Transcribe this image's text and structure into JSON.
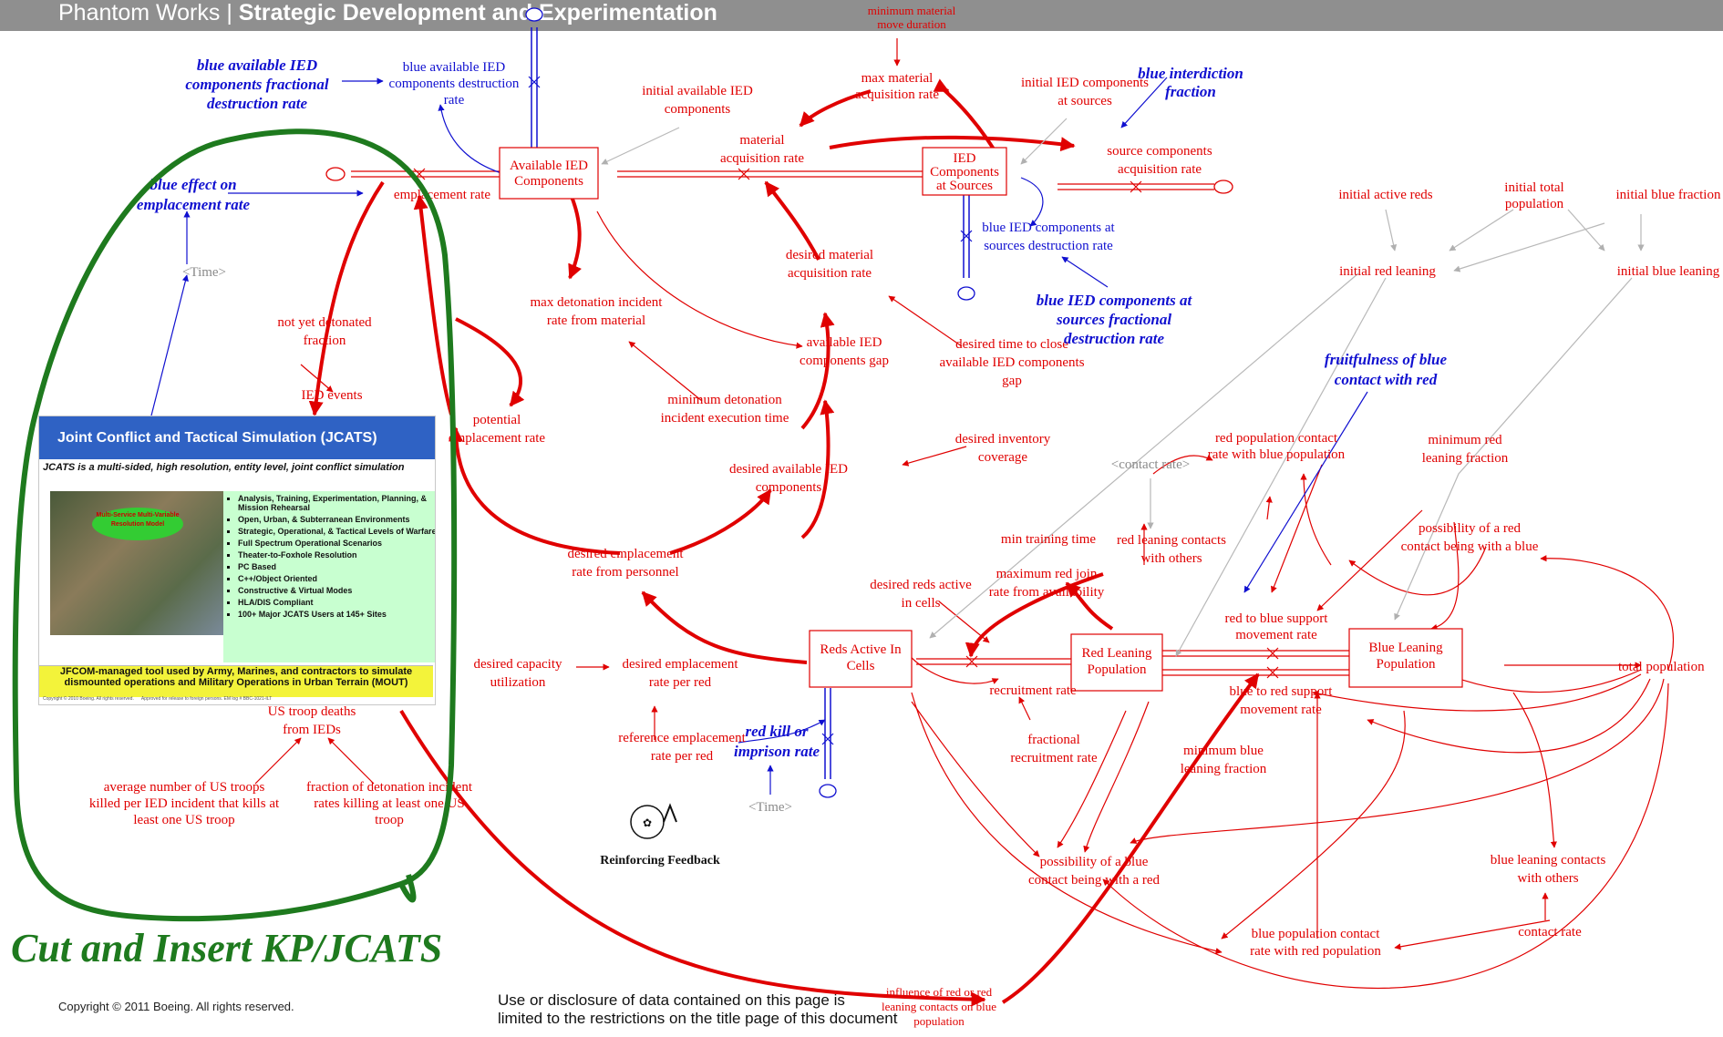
{
  "header": {
    "org": "Phantom Works | ",
    "division": "Strategic Development and Experimentation"
  },
  "stocks": {
    "available_ied": [
      "Available IED",
      "Components"
    ],
    "ied_sources": [
      "IED",
      "Components",
      "at Sources"
    ],
    "reds_active": [
      "Reds Active In",
      "Cells"
    ],
    "red_leaning": [
      "Red Leaning",
      "Population"
    ],
    "blue_leaning": [
      "Blue Leaning",
      "Population"
    ]
  },
  "red_labels": {
    "minimum_material_move": [
      "minimum material",
      "move duration"
    ],
    "max_material_acq": [
      "max material",
      "acquisition rate"
    ],
    "initial_available_ied": [
      "initial available IED",
      "components"
    ],
    "initial_ied_sources": [
      "initial IED components",
      "at sources"
    ],
    "material_acq_rate": [
      "material",
      "acquisition rate"
    ],
    "source_components_acq": [
      "source components",
      "acquisition rate"
    ],
    "emplacement_rate": [
      "emplacement rate"
    ],
    "desired_material_acq": [
      "desired material",
      "acquisition rate"
    ],
    "max_detonation": [
      "max detonation incident",
      "rate from material"
    ],
    "not_yet_detonated": [
      "not yet detonated",
      "fraction"
    ],
    "ied_events": [
      "IED events"
    ],
    "available_ied_gap": [
      "available IED",
      "components gap"
    ],
    "desired_time_close": [
      "desired time to close",
      "available IED components",
      "gap"
    ],
    "minimum_detonation": [
      "minimum detonation",
      "incident execution time"
    ],
    "potential_emplacement": [
      "potential",
      "emplacement rate"
    ],
    "desired_inventory": [
      "desired inventory",
      "coverage"
    ],
    "desired_available_ied": [
      "desired available IED",
      "components"
    ],
    "desired_emplacement_personnel": [
      "desired emplacement",
      "rate from personnel"
    ],
    "min_training_time": [
      "min training time"
    ],
    "desired_reds_active": [
      "desired reds active",
      "in cells"
    ],
    "maximum_red_join": [
      "maximum red join",
      "rate from availability"
    ],
    "desired_capacity": [
      "desired capacity",
      "utilization"
    ],
    "desired_emplacement_per_red": [
      "desired emplacement",
      "rate per red"
    ],
    "recruitment_rate": [
      "recruitment rate"
    ],
    "fractional_recruitment": [
      "fractional",
      "recruitment rate"
    ],
    "reference_emplacement": [
      "reference emplacement",
      "rate per red"
    ],
    "us_troop_deaths": [
      "US troop deaths",
      "from IEDs"
    ],
    "average_us_troops": [
      "average number of US troops",
      "killed per IED incident that kills at",
      "least one US troop"
    ],
    "fraction_detonation": [
      "fraction of detonation incident",
      "rates killing at least one US",
      "troop"
    ],
    "initial_active_reds": [
      "initial active reds"
    ],
    "initial_total_population": [
      "initial total",
      "population"
    ],
    "initial_blue_fraction": [
      "initial blue fraction"
    ],
    "initial_red_leaning": [
      "initial red leaning"
    ],
    "initial_blue_leaning": [
      "initial blue leaning"
    ],
    "red_pop_contact": [
      "red population contact",
      "rate with blue population"
    ],
    "minimum_red_leaning": [
      "minimum red",
      "leaning fraction"
    ],
    "red_leaning_contacts": [
      "red leaning contacts",
      "with others"
    ],
    "possibility_red_contact": [
      "possibility of a red",
      "contact being with a blue"
    ],
    "red_to_blue": [
      "red to blue support",
      "movement rate"
    ],
    "blue_to_red": [
      "blue to red support",
      "movement rate"
    ],
    "total_population": [
      "total population"
    ],
    "minimum_blue_leaning": [
      "minimum blue",
      "leaning fraction"
    ],
    "possibility_blue_contact": [
      "possibility of a blue",
      "contact being with a red"
    ],
    "blue_leaning_contacts": [
      "blue leaning contacts",
      "with others"
    ],
    "blue_pop_contact": [
      "blue population contact",
      "rate with red population"
    ],
    "contact_rate": [
      "contact rate"
    ],
    "influence": [
      "influence of red or red",
      "leaning contacts on blue",
      "population"
    ]
  },
  "blue_labels": {
    "blue_available_destruction_rate": [
      "blue available IED",
      "components destruction",
      "rate"
    ],
    "blue_ied_sources_destruction": [
      "blue IED components at",
      "sources destruction rate"
    ]
  },
  "blue_bold_labels": {
    "blue_available_fractional": [
      "blue available IED",
      "components fractional",
      "destruction rate"
    ],
    "blue_effect_emplacement": [
      "blue effect on",
      "emplacement rate"
    ],
    "blue_interdiction": [
      "blue interdiction",
      "fraction"
    ],
    "blue_ied_sources_fractional": [
      "blue IED components at",
      "sources fractional",
      "destruction rate"
    ],
    "fruitfulness": [
      "fruitfulness of blue",
      "contact with red"
    ],
    "red_kill": [
      "red kill or",
      "imprison rate"
    ]
  },
  "gray_labels": {
    "time_1": "<Time>",
    "time_2": "<Time>",
    "contact_rate_shadow": "<contact rate>"
  },
  "loop_label": "Reinforcing Feedback",
  "jcats": {
    "title": "Joint Conflict and Tactical Simulation (JCATS)",
    "subtitle": "JCATS is a multi-sided, high resolution, entity level, joint conflict simulation",
    "badge": "Multi-Service Multi-Variable Resolution Model",
    "bullets": [
      "Analysis, Training, Experimentation, Planning, & Mission Rehearsal",
      "Open, Urban, & Subterranean Environments",
      "Strategic, Operational, & Tactical Levels of Warfare",
      "Full Spectrum Operational Scenarios",
      "Theater-to-Foxhole Resolution",
      "PC Based",
      "C++/Object Oriented",
      "Constructive & Virtual Modes",
      "HLA/DIS Compliant",
      "100+ Major JCATS Users at 145+ Sites"
    ],
    "footer": "JFCOM-managed tool used by Army, Marines, and contractors to simulate dismounted operations and Military Operations in Urban Terrain (MOUT)",
    "fine_left": "Copyright © 2010 Boeing. All rights reserved.",
    "fine_mid": "Approved for release to foreign persons. EM log # BBC-1021-ILT"
  },
  "annotation": "Cut and Insert KP/JCATS",
  "footer": {
    "copyright": "Copyright © 2011 Boeing. All rights reserved.",
    "restriction_1": "Use or disclosure of data contained on this page is",
    "restriction_2": "limited to the restrictions on the title page of this document"
  },
  "colors": {
    "red": "#e00000",
    "blue": "#1010d0",
    "gray": "#8a8a8a",
    "green": "#1e7a1e",
    "header": "#8f8f8f",
    "jcats_title": "#2f62c4"
  }
}
